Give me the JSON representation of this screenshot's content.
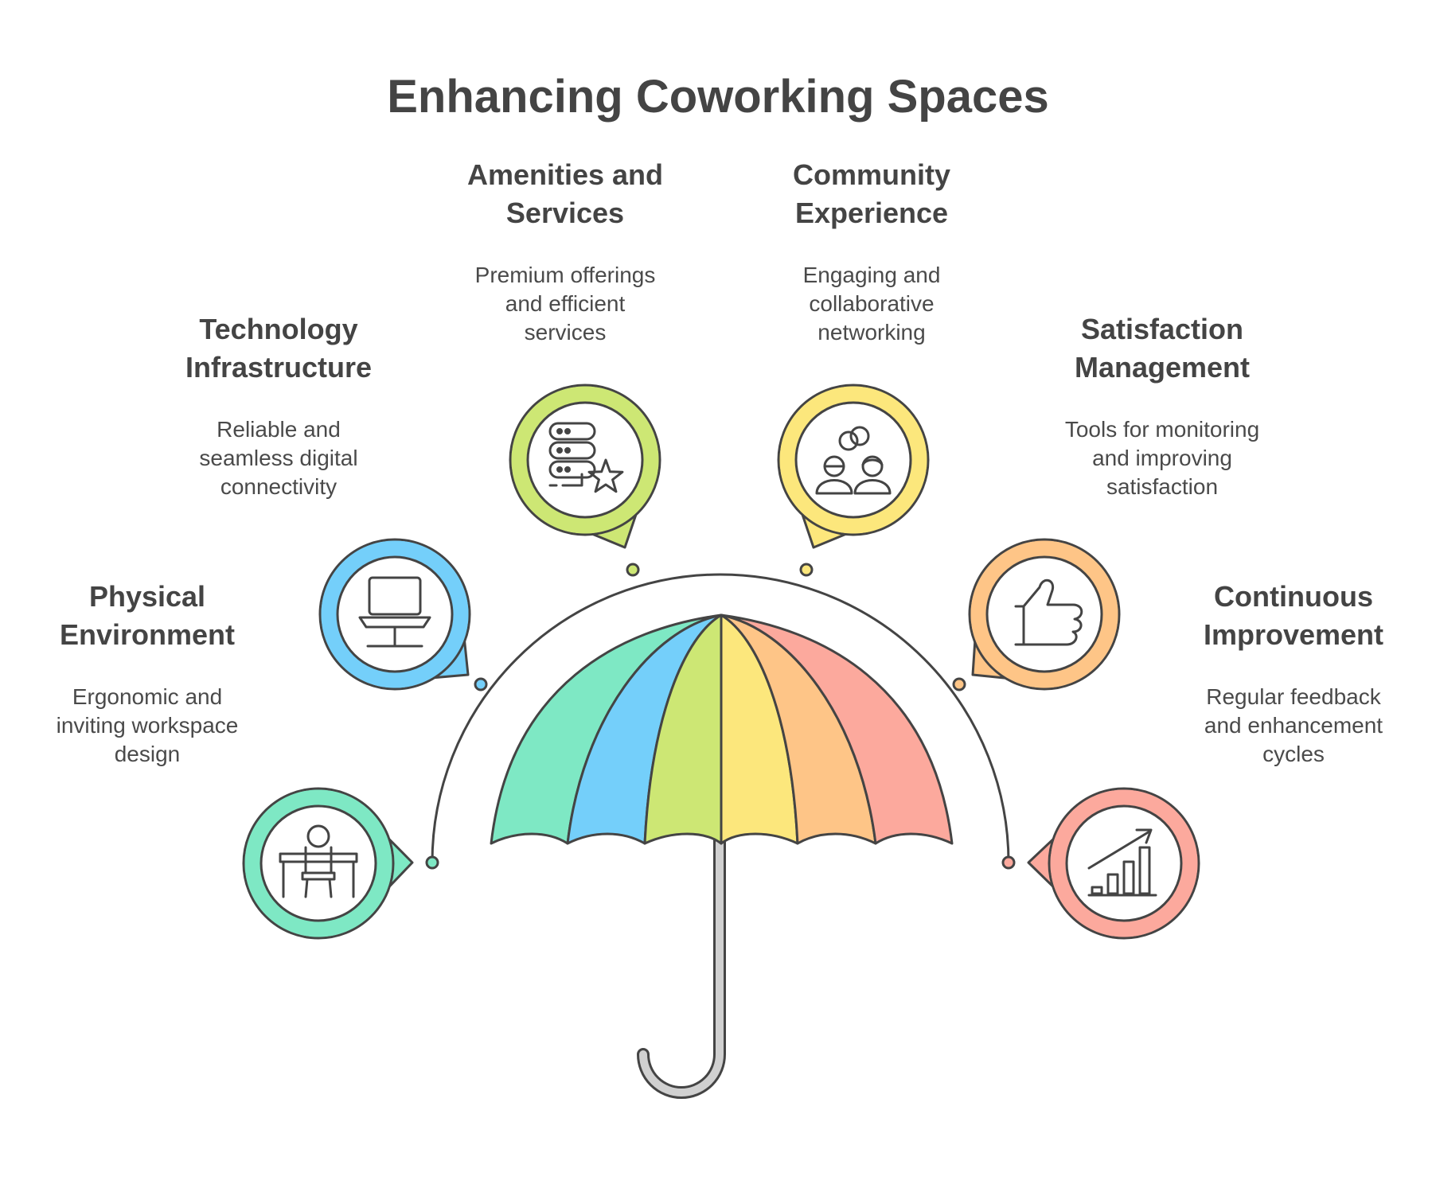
{
  "title": "Enhancing Coworking Spaces",
  "items": [
    {
      "heading": "Physical\nEnvironment",
      "desc": "Ergonomic and\ninviting workspace\ndesign",
      "color": "#7EE8C4",
      "icon": "desk-chair-icon"
    },
    {
      "heading": "Technology\nInfrastructure",
      "desc": "Reliable and\nseamless digital\nconnectivity",
      "color": "#74CFFA",
      "icon": "laptop-icon"
    },
    {
      "heading": "Amenities and\nServices",
      "desc": "Premium offerings\nand efficient\nservices",
      "color": "#CDE774",
      "icon": "server-star-icon"
    },
    {
      "heading": "Community\nExperience",
      "desc": "Engaging and\ncollaborative\nnetworking",
      "color": "#FCE77C",
      "icon": "people-link-icon"
    },
    {
      "heading": "Satisfaction\nManagement",
      "desc": "Tools for monitoring\nand improving\nsatisfaction",
      "color": "#FEC587",
      "icon": "thumbs-up-icon"
    },
    {
      "heading": "Continuous\nImprovement",
      "desc": "Regular feedback\nand enhancement\ncycles",
      "color": "#FCA99D",
      "icon": "growth-chart-icon"
    }
  ],
  "colors": {
    "outline": "#444444",
    "panels": [
      "#7EE8C4",
      "#74CFFA",
      "#CDE774",
      "#FCE77C",
      "#FEC587",
      "#FCA99D"
    ],
    "handle": "#D0D0D0"
  }
}
